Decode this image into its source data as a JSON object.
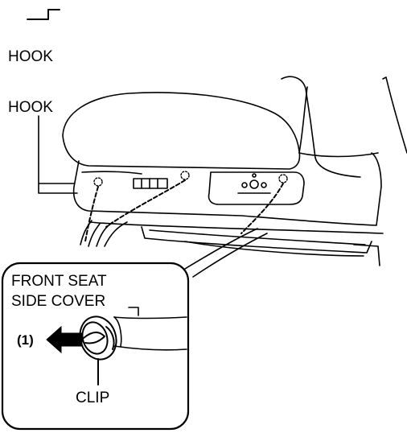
{
  "labels": {
    "legend_hook": "HOOK",
    "hook": "HOOK",
    "cover_line1": "FRONT SEAT",
    "cover_line2": "SIDE COVER",
    "step": "(1)",
    "clip": "CLIP"
  },
  "colors": {
    "ink": "#000000",
    "paper": "#ffffff"
  }
}
